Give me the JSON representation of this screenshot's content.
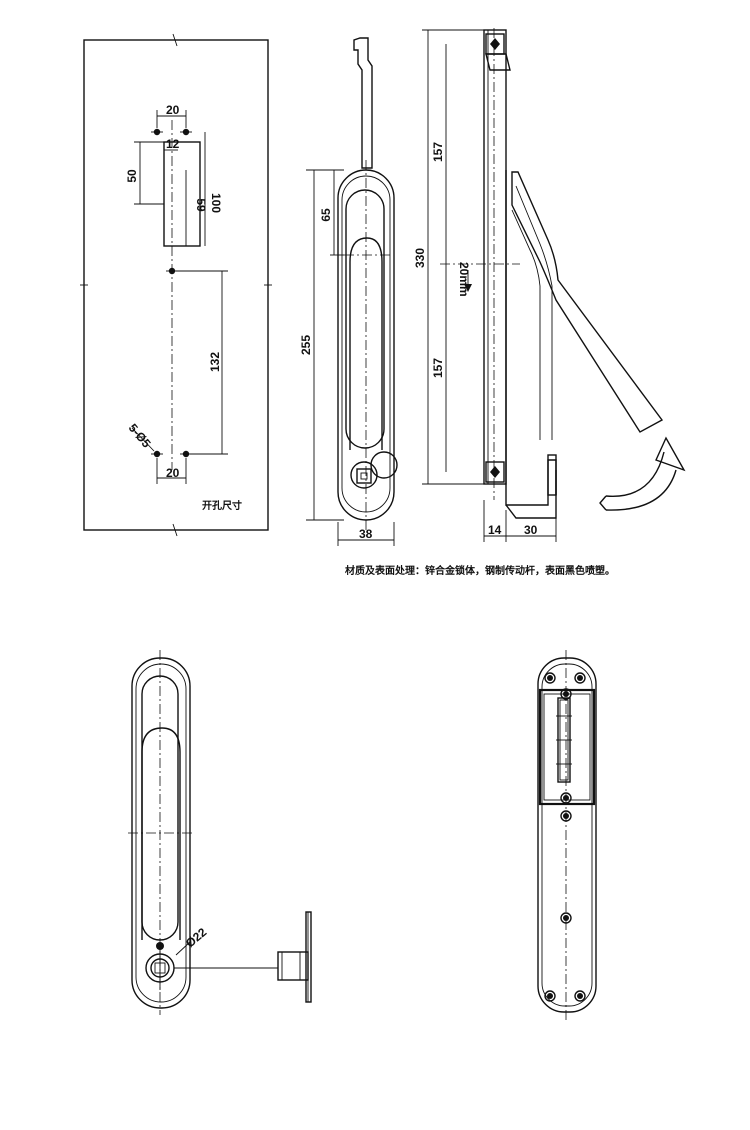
{
  "dimensions": {
    "panel_top_width": "20",
    "panel_slot_width": "12",
    "panel_slot_height": "50",
    "panel_slot_inner": "59",
    "panel_top_span": "100",
    "panel_lower_span": "132",
    "panel_hole_spec": "5-Ø5",
    "panel_bottom_width": "20",
    "front_overall_height": "255",
    "front_top_depth": "65",
    "front_width": "38",
    "side_overall_height": "330",
    "side_upper_span": "157",
    "side_lower_span": "157",
    "side_travel": "20mm",
    "side_base_width": "14",
    "side_body_depth": "30",
    "lock_diameter": "Ø22"
  },
  "labels": {
    "cutout_caption": "开孔尺寸",
    "material_note": "材质及表面处理：锌合金锁体，钢制传动杆，表面黑色喷塑。"
  },
  "colors": {
    "line": "#111111",
    "background": "#ffffff"
  }
}
